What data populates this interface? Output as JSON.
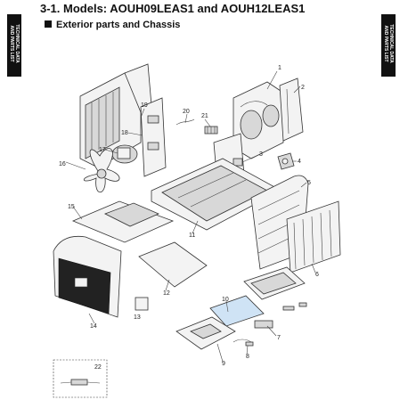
{
  "header": {
    "title": "3-1. Models: AOUH09LEAS1 and AOUH12LEAS1",
    "subtitle": "Exterior parts and Chassis"
  },
  "side_tabs": {
    "right": "TECHNICAL DATA\nAND PARTS LIST",
    "left": "TECHNICAL DATA\nAND PARTS LIST"
  },
  "callouts": [
    "1",
    "2",
    "3",
    "4",
    "5",
    "6",
    "7",
    "8",
    "9",
    "10",
    "11",
    "12",
    "13",
    "14",
    "15",
    "16",
    "17",
    "18",
    "19",
    "20",
    "21",
    "22"
  ],
  "colors": {
    "highlight": "#cfe3f5",
    "ink": "#333333"
  }
}
